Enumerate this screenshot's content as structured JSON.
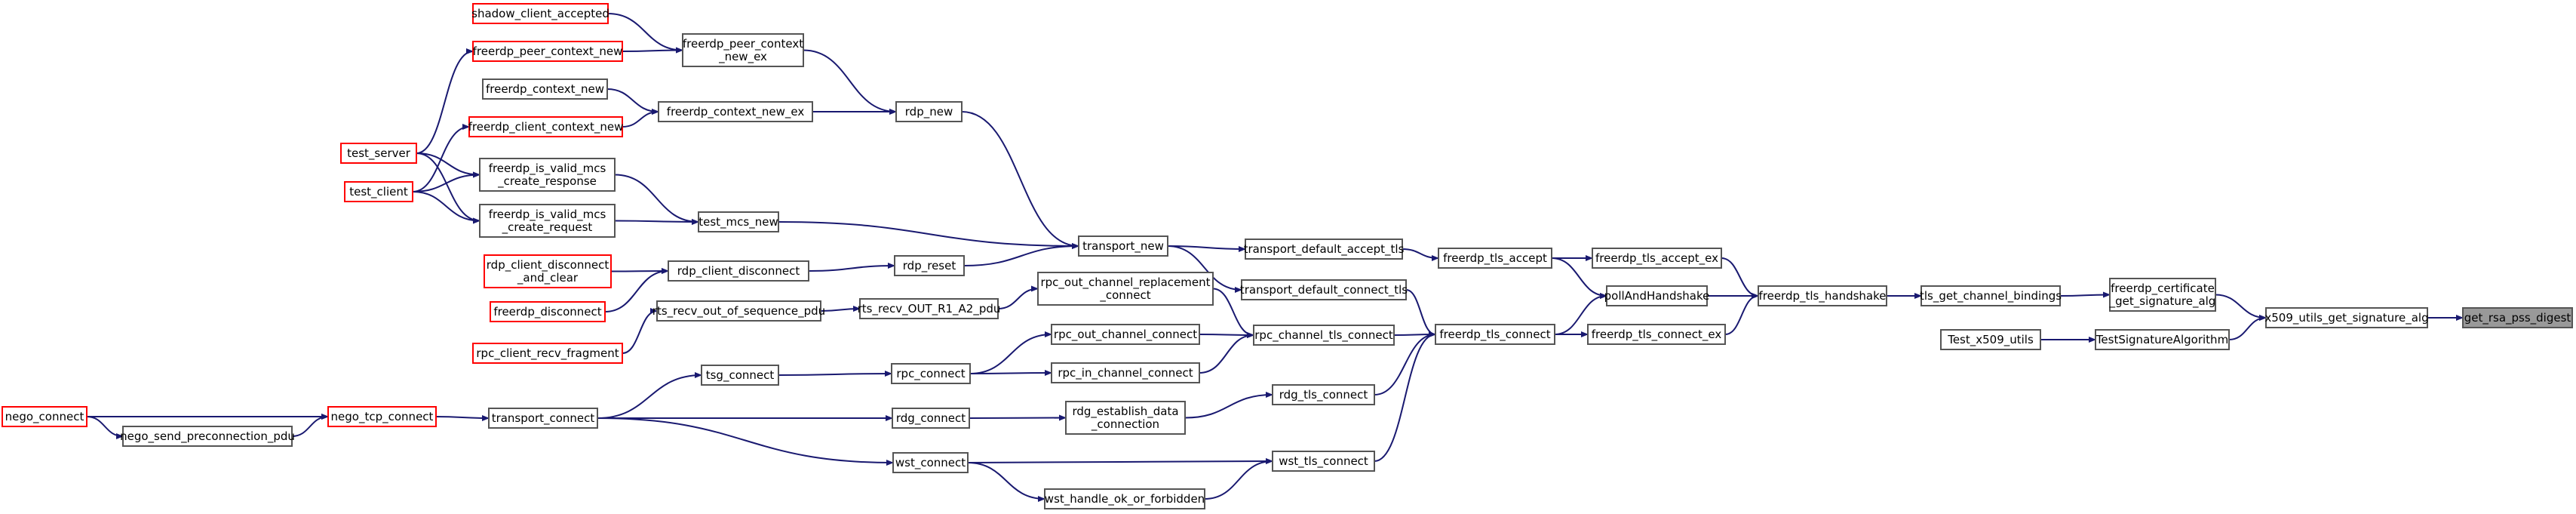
{
  "colors": {
    "edge": "#191970",
    "link_border": "#ff0000",
    "node_border": "#555555",
    "root_fill": "#999999"
  },
  "nodes": {
    "shadow_client_accepted": {
      "lines": [
        "shadow_client_accepted"
      ]
    },
    "freerdp_peer_context_new": {
      "lines": [
        "freerdp_peer_context_new"
      ]
    },
    "freerdp_context_new": {
      "lines": [
        "freerdp_context_new"
      ]
    },
    "freerdp_client_context_new": {
      "lines": [
        "freerdp_client_context_new"
      ]
    },
    "test_server": {
      "lines": [
        "test_server"
      ]
    },
    "test_client": {
      "lines": [
        "test_client"
      ]
    },
    "freerdp_is_valid_mcs_create_response": {
      "lines": [
        "freerdp_is_valid_mcs",
        "_create_response"
      ]
    },
    "freerdp_is_valid_mcs_create_request": {
      "lines": [
        "freerdp_is_valid_mcs",
        "_create_request"
      ]
    },
    "rdp_client_disconnect_and_clear": {
      "lines": [
        "rdp_client_disconnect",
        "_and_clear"
      ]
    },
    "freerdp_disconnect": {
      "lines": [
        "freerdp_disconnect"
      ]
    },
    "rpc_client_recv_fragment": {
      "lines": [
        "rpc_client_recv_fragment"
      ]
    },
    "nego_connect": {
      "lines": [
        "nego_connect"
      ]
    },
    "nego_send_preconnection_pdu": {
      "lines": [
        "nego_send_preconnection_pdu"
      ]
    },
    "nego_tcp_connect": {
      "lines": [
        "nego_tcp_connect"
      ]
    },
    "freerdp_peer_context_new_ex": {
      "lines": [
        "freerdp_peer_context",
        "_new_ex"
      ]
    },
    "freerdp_context_new_ex": {
      "lines": [
        "freerdp_context_new_ex"
      ]
    },
    "test_mcs_new": {
      "lines": [
        "test_mcs_new"
      ]
    },
    "rdp_client_disconnect": {
      "lines": [
        "rdp_client_disconnect"
      ]
    },
    "rts_recv_out_of_sequence_pdu": {
      "lines": [
        "rts_recv_out_of_sequence_pdu"
      ]
    },
    "transport_connect": {
      "lines": [
        "transport_connect"
      ]
    },
    "tsg_connect": {
      "lines": [
        "tsg_connect"
      ]
    },
    "rdp_new": {
      "lines": [
        "rdp_new"
      ]
    },
    "rdp_reset": {
      "lines": [
        "rdp_reset"
      ]
    },
    "rts_recv_OUT_R1_A2_pdu": {
      "lines": [
        "rts_recv_OUT_R1_A2_pdu"
      ]
    },
    "rpc_connect": {
      "lines": [
        "rpc_connect"
      ]
    },
    "rdg_connect": {
      "lines": [
        "rdg_connect"
      ]
    },
    "wst_connect": {
      "lines": [
        "wst_connect"
      ]
    },
    "rpc_out_channel_replacement_connect": {
      "lines": [
        "rpc_out_channel_replacement",
        "_connect"
      ]
    },
    "rpc_out_channel_connect": {
      "lines": [
        "rpc_out_channel_connect"
      ]
    },
    "rpc_in_channel_connect": {
      "lines": [
        "rpc_in_channel_connect"
      ]
    },
    "rdg_establish_data_connection": {
      "lines": [
        "rdg_establish_data",
        "_connection"
      ]
    },
    "wst_handle_ok_or_forbidden": {
      "lines": [
        "wst_handle_ok_or_forbidden"
      ]
    },
    "transport_new": {
      "lines": [
        "transport_new"
      ]
    },
    "transport_default_accept_tls": {
      "lines": [
        "transport_default_accept_tls"
      ]
    },
    "transport_default_connect_tls": {
      "lines": [
        "transport_default_connect_tls"
      ]
    },
    "rpc_channel_tls_connect": {
      "lines": [
        "rpc_channel_tls_connect"
      ]
    },
    "rdg_tls_connect": {
      "lines": [
        "rdg_tls_connect"
      ]
    },
    "wst_tls_connect": {
      "lines": [
        "wst_tls_connect"
      ]
    },
    "freerdp_tls_accept": {
      "lines": [
        "freerdp_tls_accept"
      ]
    },
    "freerdp_tls_connect": {
      "lines": [
        "freerdp_tls_connect"
      ]
    },
    "freerdp_tls_accept_ex": {
      "lines": [
        "freerdp_tls_accept_ex"
      ]
    },
    "pollAndHandshake": {
      "lines": [
        "pollAndHandshake"
      ]
    },
    "freerdp_tls_connect_ex": {
      "lines": [
        "freerdp_tls_connect_ex"
      ]
    },
    "freerdp_tls_handshake": {
      "lines": [
        "freerdp_tls_handshake"
      ]
    },
    "tls_get_channel_bindings": {
      "lines": [
        "tls_get_channel_bindings"
      ]
    },
    "freerdp_certificate_get_signature_alg": {
      "lines": [
        "freerdp_certificate",
        "_get_signature_alg"
      ]
    },
    "Test_x509_utils": {
      "lines": [
        "Test_x509_utils"
      ]
    },
    "TestSignatureAlgorithm": {
      "lines": [
        "TestSignatureAlgorithm"
      ]
    },
    "x509_utils_get_signature_alg": {
      "lines": [
        "x509_utils_get_signature_alg"
      ]
    },
    "get_rsa_pss_digest": {
      "lines": [
        "get_rsa_pss_digest"
      ]
    }
  },
  "edges": [
    [
      "shadow_client_accepted",
      "freerdp_peer_context_new_ex"
    ],
    [
      "freerdp_peer_context_new",
      "freerdp_peer_context_new_ex"
    ],
    [
      "test_server",
      "freerdp_peer_context_new"
    ],
    [
      "freerdp_context_new",
      "freerdp_context_new_ex"
    ],
    [
      "freerdp_client_context_new",
      "freerdp_context_new_ex"
    ],
    [
      "test_client",
      "freerdp_client_context_new"
    ],
    [
      "test_server",
      "freerdp_is_valid_mcs_create_response"
    ],
    [
      "test_client",
      "freerdp_is_valid_mcs_create_response"
    ],
    [
      "test_server",
      "freerdp_is_valid_mcs_create_request"
    ],
    [
      "test_client",
      "freerdp_is_valid_mcs_create_request"
    ],
    [
      "freerdp_is_valid_mcs_create_response",
      "test_mcs_new"
    ],
    [
      "freerdp_is_valid_mcs_create_request",
      "test_mcs_new"
    ],
    [
      "freerdp_peer_context_new_ex",
      "rdp_new"
    ],
    [
      "freerdp_context_new_ex",
      "rdp_new"
    ],
    [
      "rdp_client_disconnect_and_clear",
      "rdp_client_disconnect"
    ],
    [
      "freerdp_disconnect",
      "rdp_client_disconnect"
    ],
    [
      "rdp_client_disconnect",
      "rdp_reset"
    ],
    [
      "rpc_client_recv_fragment",
      "rts_recv_out_of_sequence_pdu"
    ],
    [
      "rts_recv_out_of_sequence_pdu",
      "rts_recv_OUT_R1_A2_pdu"
    ],
    [
      "rts_recv_OUT_R1_A2_pdu",
      "rpc_out_channel_replacement_connect"
    ],
    [
      "nego_connect",
      "nego_tcp_connect"
    ],
    [
      "nego_send_preconnection_pdu",
      "nego_tcp_connect"
    ],
    [
      "nego_connect",
      "nego_send_preconnection_pdu"
    ],
    [
      "nego_tcp_connect",
      "transport_connect"
    ],
    [
      "transport_connect",
      "tsg_connect"
    ],
    [
      "transport_connect",
      "rdg_connect"
    ],
    [
      "transport_connect",
      "wst_connect"
    ],
    [
      "tsg_connect",
      "rpc_connect"
    ],
    [
      "rpc_connect",
      "rpc_out_channel_connect"
    ],
    [
      "rpc_connect",
      "rpc_in_channel_connect"
    ],
    [
      "rdg_connect",
      "rdg_establish_data_connection"
    ],
    [
      "wst_connect",
      "wst_handle_ok_or_forbidden"
    ],
    [
      "rdp_new",
      "transport_new"
    ],
    [
      "test_mcs_new",
      "transport_new"
    ],
    [
      "rdp_reset",
      "transport_new"
    ],
    [
      "transport_new",
      "transport_default_accept_tls"
    ],
    [
      "transport_new",
      "transport_default_connect_tls"
    ],
    [
      "rpc_out_channel_replacement_connect",
      "rpc_channel_tls_connect"
    ],
    [
      "rpc_out_channel_connect",
      "rpc_channel_tls_connect"
    ],
    [
      "rpc_in_channel_connect",
      "rpc_channel_tls_connect"
    ],
    [
      "rdg_establish_data_connection",
      "rdg_tls_connect"
    ],
    [
      "wst_connect",
      "wst_tls_connect"
    ],
    [
      "wst_handle_ok_or_forbidden",
      "wst_tls_connect"
    ],
    [
      "transport_default_accept_tls",
      "freerdp_tls_accept"
    ],
    [
      "transport_default_connect_tls",
      "freerdp_tls_connect"
    ],
    [
      "rpc_channel_tls_connect",
      "freerdp_tls_connect"
    ],
    [
      "rdg_tls_connect",
      "freerdp_tls_connect"
    ],
    [
      "wst_tls_connect",
      "freerdp_tls_connect"
    ],
    [
      "freerdp_tls_accept",
      "freerdp_tls_accept_ex"
    ],
    [
      "freerdp_tls_accept",
      "pollAndHandshake"
    ],
    [
      "freerdp_tls_connect",
      "pollAndHandshake"
    ],
    [
      "freerdp_tls_connect",
      "freerdp_tls_connect_ex"
    ],
    [
      "freerdp_tls_accept_ex",
      "freerdp_tls_handshake"
    ],
    [
      "pollAndHandshake",
      "freerdp_tls_handshake"
    ],
    [
      "freerdp_tls_connect_ex",
      "freerdp_tls_handshake"
    ],
    [
      "freerdp_tls_handshake",
      "tls_get_channel_bindings"
    ],
    [
      "tls_get_channel_bindings",
      "freerdp_certificate_get_signature_alg"
    ],
    [
      "Test_x509_utils",
      "TestSignatureAlgorithm"
    ],
    [
      "freerdp_certificate_get_signature_alg",
      "x509_utils_get_signature_alg"
    ],
    [
      "TestSignatureAlgorithm",
      "x509_utils_get_signature_alg"
    ],
    [
      "x509_utils_get_signature_alg",
      "get_rsa_pss_digest"
    ]
  ]
}
